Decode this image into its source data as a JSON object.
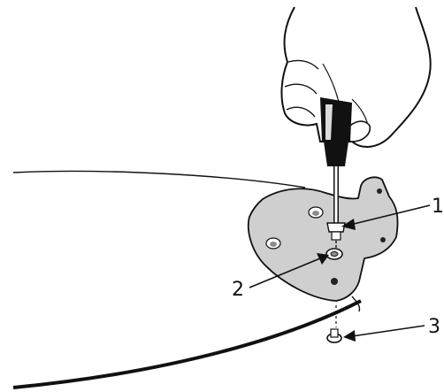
{
  "callouts": [
    {
      "label": "1"
    },
    {
      "label": "2"
    },
    {
      "label": "3"
    }
  ],
  "colors": {
    "ink": "#111111",
    "plate": "#cfcfcf",
    "hole": "#8c8c8c",
    "background": "#ffffff"
  }
}
